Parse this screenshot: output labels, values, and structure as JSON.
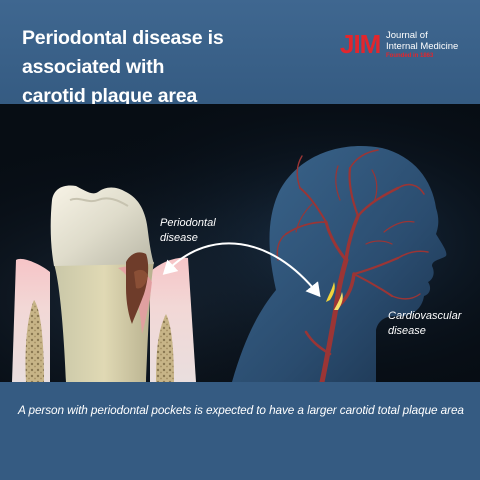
{
  "header": {
    "title_line1": "Periodontal disease is associated with",
    "title_line2": "carotid plaque area"
  },
  "logo": {
    "mark": "JIM",
    "name_line1": "Journal of",
    "name_line2": "Internal Medicine",
    "founded": "Founded in 1863"
  },
  "labels": {
    "periodontal_line1": "Periodontal",
    "periodontal_line2": "disease",
    "cardio_line1": "Cardiovascular",
    "cardio_line2": "disease"
  },
  "footer": {
    "caption": "A person with periodontal pockets is expected to have a larger carotid total plaque area"
  },
  "colors": {
    "header_bg": "#355b82",
    "scene_bg": "#070d14",
    "logo_red": "#e2262d",
    "artery_red": "#9b3535",
    "plaque_yellow": "#f2d43b"
  },
  "icons": [
    "tooth-illustration",
    "head-silhouette",
    "double-arrow-icon"
  ]
}
